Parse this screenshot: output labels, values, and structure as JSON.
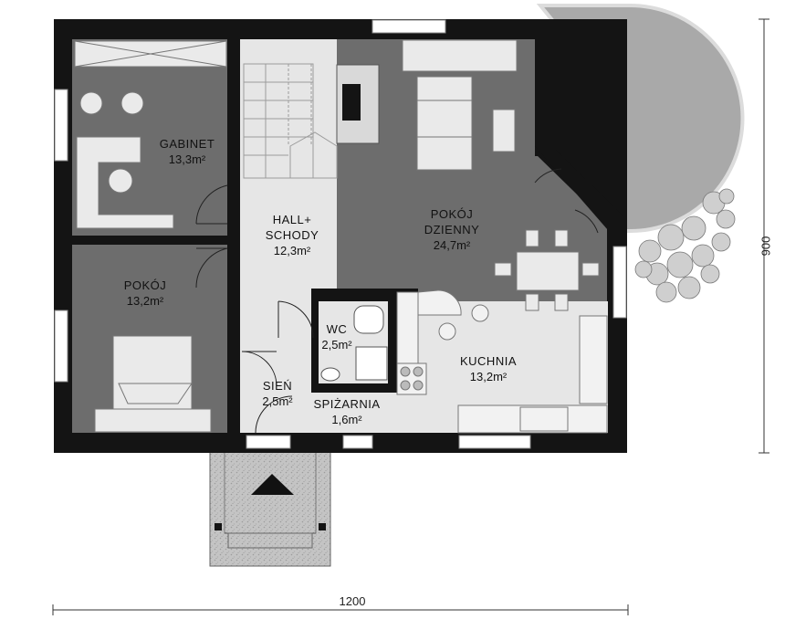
{
  "rooms": {
    "gabinet": {
      "name": "GABINET",
      "area": "13,3m²"
    },
    "pokoj": {
      "name": "POKÓJ",
      "area": "13,2m²"
    },
    "hall": {
      "name": "HALL+",
      "name2": "SCHODY",
      "area": "12,3m²"
    },
    "dzienny": {
      "name": "POKÓJ",
      "name2": "DZIENNY",
      "area": "24,7m²"
    },
    "wc": {
      "name": "WC",
      "area": "2,5m²"
    },
    "kuchnia": {
      "name": "KUCHNIA",
      "area": "13,2m²"
    },
    "sien": {
      "name": "SIEŃ",
      "area": "2,5m²"
    },
    "spizarnia": {
      "name": "SPIŻARNIA",
      "area": "1,6m²"
    }
  },
  "dimensions": {
    "width": "1200",
    "depth": "900"
  },
  "colors": {
    "wall": "#141414",
    "room_dark": "#6d6d6d",
    "room_mid": "#9a9a9a",
    "room_light": "#e6e6e6",
    "terrace": "#a6a6a6",
    "entrance": "#c8c8c8"
  }
}
